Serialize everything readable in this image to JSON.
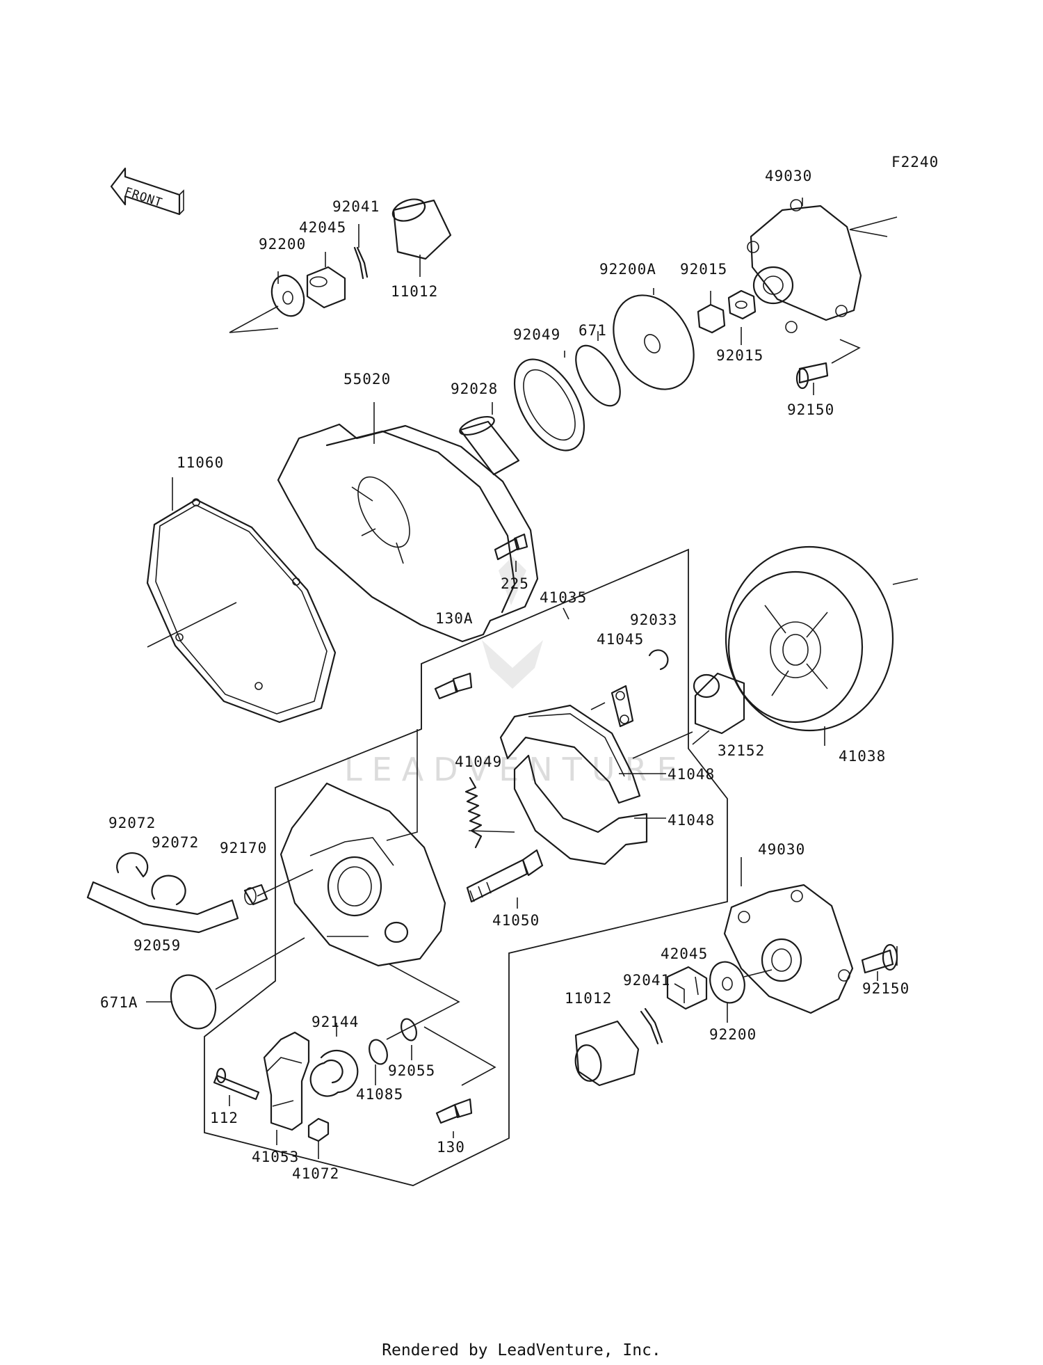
{
  "diagram_code": "F2240",
  "front_label": "FRONT",
  "footer": "Rendered by LeadVenture, Inc.",
  "watermark": "LEADVENTURE",
  "parts": {
    "p92041_top": "92041",
    "p42045_top": "42045",
    "p92200_top": "92200",
    "p11012_top": "11012",
    "p49030_top": "49030",
    "p92200A": "92200A",
    "p92015_a": "92015",
    "p92015_b": "92015",
    "p92049": "92049",
    "p671": "671",
    "p92150_top": "92150",
    "p55020": "55020",
    "p92028": "92028",
    "p11060": "11060",
    "p225": "225",
    "p41035": "41035",
    "p130A": "130A",
    "p92033": "92033",
    "p41045": "41045",
    "p32152": "32152",
    "p41038": "41038",
    "p41049": "41049",
    "p41048_a": "41048",
    "p41048_b": "41048",
    "p92072_a": "92072",
    "p92072_b": "92072",
    "p92170": "92170",
    "p49030_bot": "49030",
    "p41050": "41050",
    "p92059": "92059",
    "p42045_bot": "42045",
    "p92041_bot": "92041",
    "p11012_bot": "11012",
    "p92150_bot": "92150",
    "p671A": "671A",
    "p92200_bot": "92200",
    "p92144": "92144",
    "p92055": "92055",
    "p41085": "41085",
    "p112": "112",
    "p130": "130",
    "p41053": "41053",
    "p41072": "41072"
  }
}
